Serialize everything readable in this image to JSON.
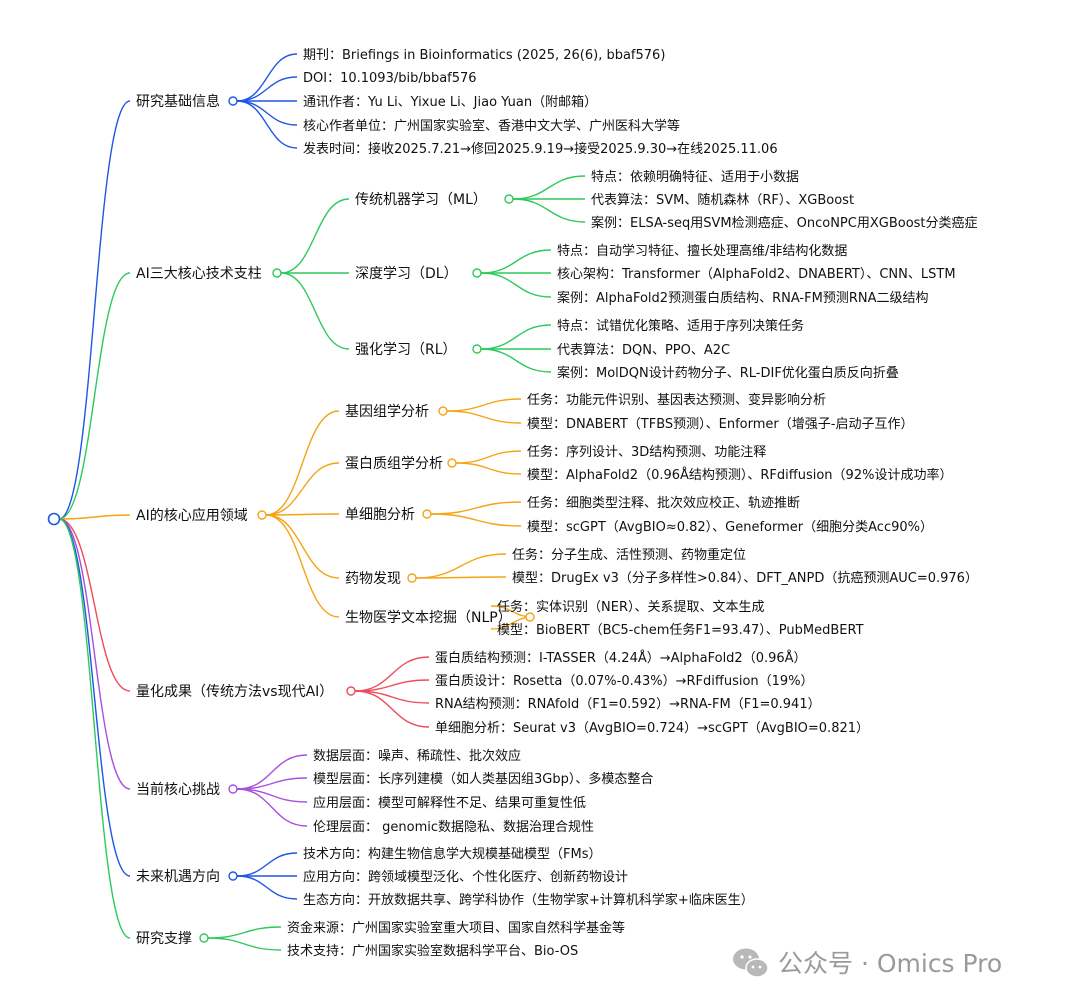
{
  "colors": {
    "blue": "#1e56e6",
    "green": "#2ec95c",
    "orange": "#f5a413",
    "red": "#ee4b5a",
    "purple": "#a84fe0",
    "watermark": "#9a9a9a"
  },
  "watermark": {
    "icon": "wechat-icon",
    "text": "公众号 · Omics Pro"
  },
  "branches": [
    {
      "label": "研究基础信息",
      "color": "blue",
      "children": [
        {
          "label": "期刊：Briefings in Bioinformatics (2025, 26(6), bbaf576)"
        },
        {
          "label": "DOI：10.1093/bib/bbaf576"
        },
        {
          "label": "通讯作者：Yu Li、Yixue Li、Jiao Yuan（附邮箱）"
        },
        {
          "label": "核心作者单位：广州国家实验室、香港中文大学、广州医科大学等"
        },
        {
          "label": "发表时间：接收2025.7.21→修回2025.9.19→接受2025.9.30→在线2025.11.06"
        }
      ]
    },
    {
      "label": "AI三大核心技术支柱",
      "color": "green",
      "children": [
        {
          "label": "传统机器学习（ML）",
          "children": [
            {
              "label": "特点：依赖明确特征、适用于小数据"
            },
            {
              "label": "代表算法：SVM、随机森林（RF）、XGBoost"
            },
            {
              "label": "案例：ELSA-seq用SVM检测癌症、OncoNPC用XGBoost分类癌症"
            }
          ]
        },
        {
          "label": "深度学习（DL）",
          "children": [
            {
              "label": "特点：自动学习特征、擅长处理高维/非结构化数据"
            },
            {
              "label": "核心架构：Transformer（AlphaFold2、DNABERT）、CNN、LSTM"
            },
            {
              "label": "案例：AlphaFold2预测蛋白质结构、RNA-FM预测RNA二级结构"
            }
          ]
        },
        {
          "label": "强化学习（RL）",
          "children": [
            {
              "label": "特点：试错优化策略、适用于序列决策任务"
            },
            {
              "label": "代表算法：DQN、PPO、A2C"
            },
            {
              "label": "案例：MolDQN设计药物分子、RL-DIF优化蛋白质反向折叠"
            }
          ]
        }
      ]
    },
    {
      "label": "AI的核心应用领域",
      "color": "orange",
      "children": [
        {
          "label": "基因组学分析",
          "children": [
            {
              "label": "任务：功能元件识别、基因表达预测、变异影响分析"
            },
            {
              "label": "模型：DNABERT（TFBS预测）、Enformer（增强子-启动子互作）"
            }
          ]
        },
        {
          "label": "蛋白质组学分析",
          "children": [
            {
              "label": "任务：序列设计、3D结构预测、功能注释"
            },
            {
              "label": "模型：AlphaFold2（0.96Å结构预测）、RFdiffusion（92%设计成功率）"
            }
          ]
        },
        {
          "label": "单细胞分析",
          "children": [
            {
              "label": "任务：细胞类型注释、批次效应校正、轨迹推断"
            },
            {
              "label": "模型：scGPT（AvgBIO≈0.82）、Geneformer（细胞分类Acc90%）"
            }
          ]
        },
        {
          "label": "药物发现",
          "children": [
            {
              "label": "任务：分子生成、活性预测、药物重定位"
            },
            {
              "label": "模型：DrugEx v3（分子多样性>0.84）、DFT_ANPD（抗癌预测AUC=0.976）"
            }
          ]
        },
        {
          "label": "生物医学文本挖掘（NLP）",
          "children": [
            {
              "label": "任务：实体识别（NER）、关系提取、文本生成"
            },
            {
              "label": "模型：BioBERT（BC5-chem任务F1=93.47）、PubMedBERT"
            }
          ]
        }
      ]
    },
    {
      "label": "量化成果（传统方法vs现代AI）",
      "color": "red",
      "children": [
        {
          "label": "蛋白质结构预测：I-TASSER（4.24Å）→AlphaFold2（0.96Å）"
        },
        {
          "label": "蛋白质设计：Rosetta（0.07%-0.43%）→RFdiffusion（19%）"
        },
        {
          "label": "RNA结构预测：RNAfold（F1=0.592）→RNA-FM（F1=0.941）"
        },
        {
          "label": "单细胞分析：Seurat v3（AvgBIO=0.724）→scGPT（AvgBIO=0.821）"
        }
      ]
    },
    {
      "label": "当前核心挑战",
      "color": "purple",
      "children": [
        {
          "label": "数据层面：噪声、稀疏性、批次效应"
        },
        {
          "label": "模型层面：长序列建模（如人类基因组3Gbp）、多模态整合"
        },
        {
          "label": "应用层面：模型可解释性不足、结果可重复性低"
        },
        {
          "label": "伦理层面： genomic数据隐私、数据治理合规性"
        }
      ]
    },
    {
      "label": "未来机遇方向",
      "color": "blue",
      "children": [
        {
          "label": "技术方向：构建生物信息学大规模基础模型（FMs）"
        },
        {
          "label": "应用方向：跨领域模型泛化、个性化医疗、创新药物设计"
        },
        {
          "label": "生态方向：开放数据共享、跨学科协作（生物学家+计算机科学家+临床医生）"
        }
      ]
    },
    {
      "label": "研究支撑",
      "color": "green",
      "children": [
        {
          "label": "资金来源：广州国家实验室重大项目、国家自然科学基金等"
        },
        {
          "label": "技术支持：广州国家实验室数据科学平台、Bio-OS"
        }
      ]
    }
  ]
}
